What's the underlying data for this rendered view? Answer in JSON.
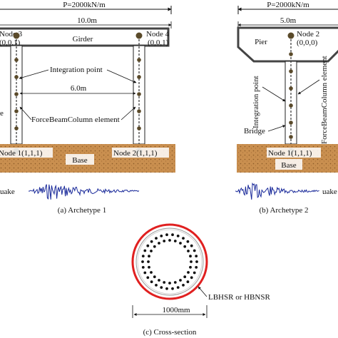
{
  "archetype1": {
    "load": "P=2000kN/m",
    "span": "10.0m",
    "node3": "Node 3",
    "node3_dof": "(0,0,1)",
    "node4": "Node 4",
    "node4_dof": "(0,0,1)",
    "girder": "Girder",
    "integration_point": "Integration point",
    "column_spacing": "6.0m",
    "element": "ForceBeamColumn element",
    "side_label": "e",
    "node1": "Node 1(1,1,1)",
    "node2": "Node 2(1,1,1)",
    "base": "Base",
    "earthquake": "uake",
    "caption": "(a) Archetype 1"
  },
  "archetype2": {
    "load": "P=2000kN/m",
    "span": "5.0m",
    "pier": "Pier",
    "node2": "Node 2",
    "node2_dof": "(0,0,0)",
    "integration_point": "Integration point",
    "element": "ForceBeamColumn element",
    "bridge": "Bridge",
    "node1": "Node 1(1,1,1)",
    "base": "Base",
    "earthquake": "uake",
    "caption": "(b) Archetype 2"
  },
  "cross_section": {
    "tube_label": "LBHSR or HBNSR",
    "diameter": "1000mm",
    "caption": "(c) Cross-section"
  },
  "colors": {
    "soil": "#c98f4f",
    "soil_dark": "#8a5a28",
    "tube": "#e02020",
    "wave": "#1a2a9a",
    "node": "#5a4a2a"
  }
}
